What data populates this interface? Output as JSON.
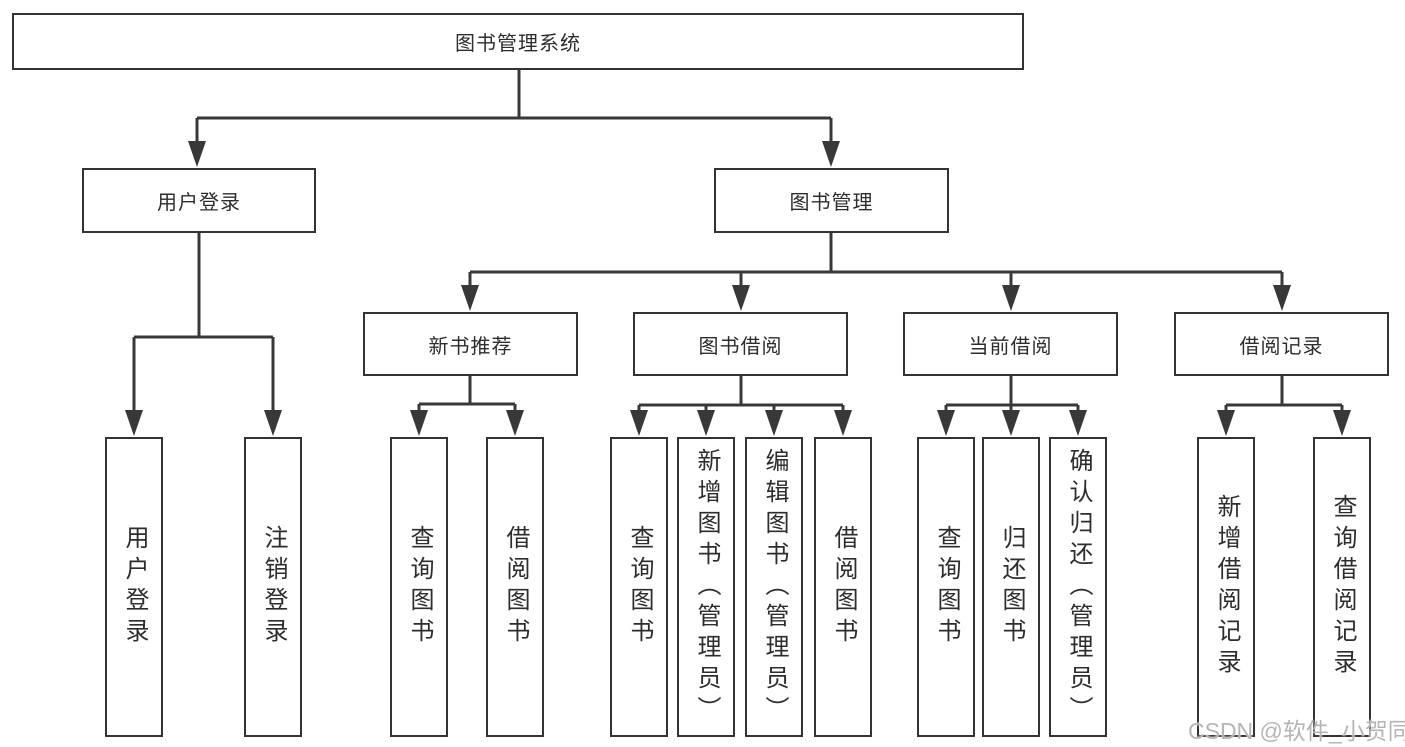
{
  "tree": {
    "root": {
      "label": "图书管理系统"
    },
    "children": [
      {
        "label": "用户登录",
        "children": [
          {
            "label": "用户登录"
          },
          {
            "label": "注销登录"
          }
        ]
      },
      {
        "label": "图书管理",
        "children": [
          {
            "label": "新书推荐",
            "children": [
              {
                "label": "查询图书"
              },
              {
                "label": "借阅图书"
              }
            ]
          },
          {
            "label": "图书借阅",
            "children": [
              {
                "label": "查询图书"
              },
              {
                "label": "新增图书（管理员）"
              },
              {
                "label": "编辑图书（管理员）"
              },
              {
                "label": "借阅图书"
              }
            ]
          },
          {
            "label": "当前借阅",
            "children": [
              {
                "label": "查询图书"
              },
              {
                "label": "归还图书"
              },
              {
                "label": "确认归还（管理员）"
              }
            ]
          },
          {
            "label": "借阅记录",
            "children": [
              {
                "label": "新增借阅记录"
              },
              {
                "label": "查询借阅记录"
              }
            ]
          }
        ]
      }
    ]
  },
  "watermark": {
    "text": "CSDN @软件_小贺同学"
  },
  "colors": {
    "line": "#383838",
    "box_border": "#333333",
    "text": "#2d2d2d",
    "watermark": "#b5b5b5",
    "background": "#ffffff"
  }
}
